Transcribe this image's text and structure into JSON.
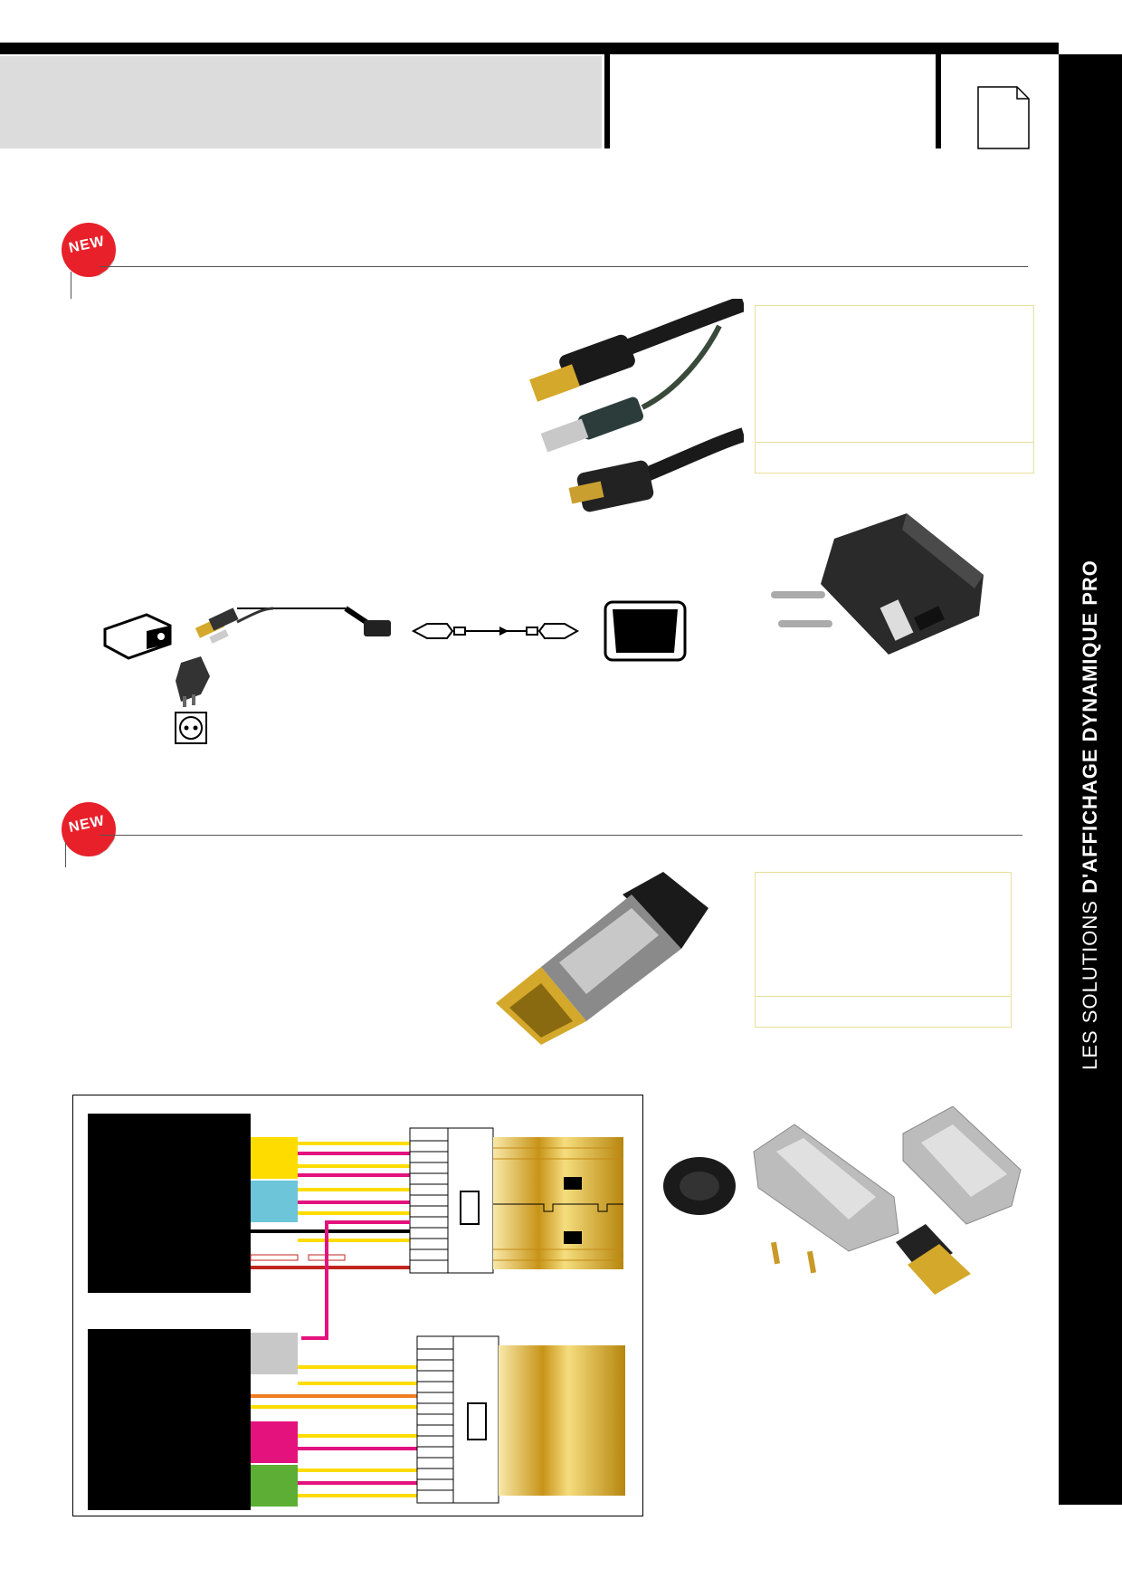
{
  "header": {
    "section_title": "",
    "category": "",
    "page_number": ""
  },
  "sidebar": {
    "prefix": "LES SOLUTIONS",
    "emphasis": "D'AFFICHAGE DYNAMIQUE PRO"
  },
  "product1": {
    "badge": "NEW"
  },
  "product2": {
    "badge": "NEW"
  },
  "colors": {
    "black": "#000000",
    "grey_header": "#dcdcdc",
    "badge_red": "#e8202a",
    "spec_border": "#e8df9a",
    "wire_yellow": "#ffdc00",
    "wire_cyan": "#6cc5d9",
    "wire_magenta": "#e3127d",
    "wire_red": "#c0261d",
    "wire_orange": "#ef7d21",
    "wire_green": "#5cae34",
    "wire_grey": "#c8c8c8",
    "gold": "#d8a72a"
  },
  "icons": [
    "document-icon",
    "new-badge-icon",
    "projector-icon",
    "power-adapter-icon",
    "wall-socket-icon",
    "hdmi-plug-icon",
    "monitor-icon",
    "hdmi-cable-photo",
    "usb-power-adapter-photo",
    "hdmi-connector-photo",
    "connector-parts-photo",
    "wiring-diagram"
  ]
}
